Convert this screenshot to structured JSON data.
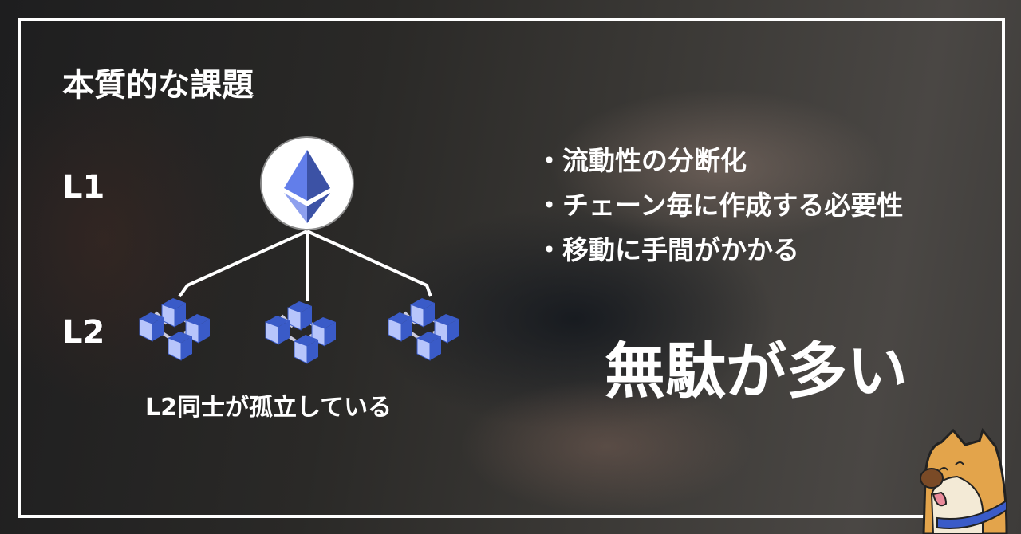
{
  "title": "本質的な課題",
  "layers": {
    "l1": "L1",
    "l2": "L2"
  },
  "l2_caption": "L2同士が孤立している",
  "bullets": [
    "流動性の分断化",
    "チェーン毎に作成する必要性",
    "移動に手間がかかる"
  ],
  "conclusion": "無駄が多い",
  "colors": {
    "cube": "#a9b9f5",
    "cube_dark": "#3a5bc8",
    "accent": "#ffffff"
  }
}
